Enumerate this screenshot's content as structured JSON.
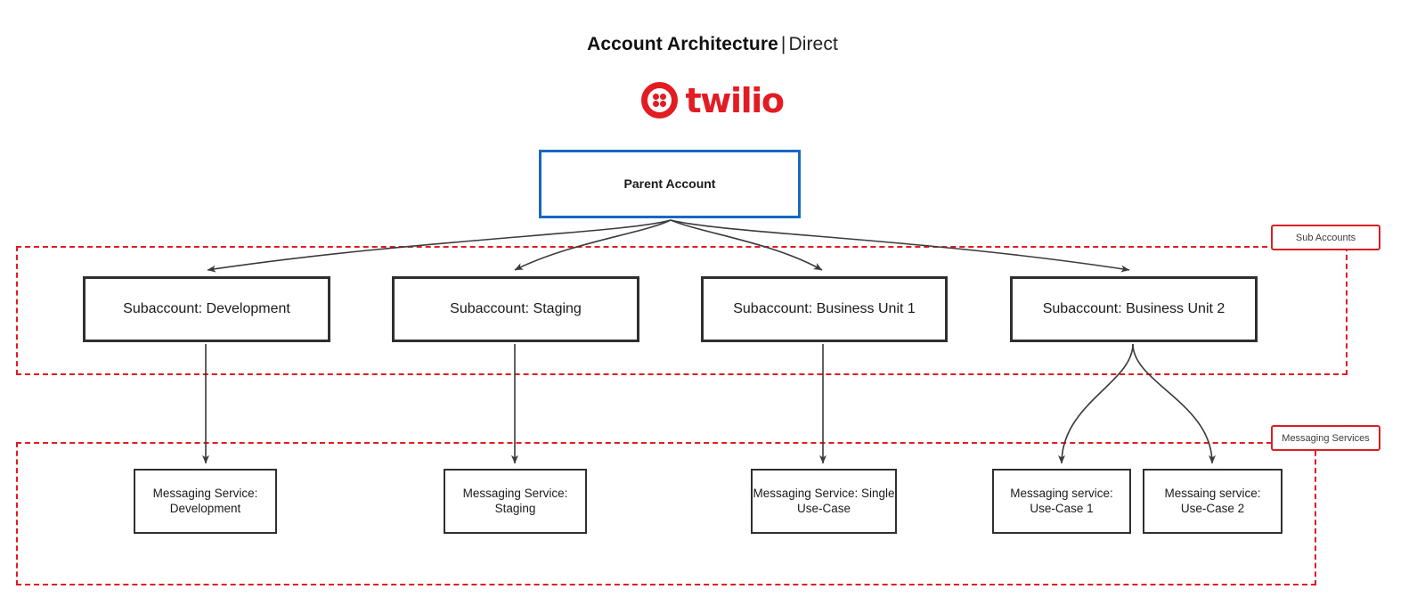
{
  "header": {
    "title_bold": "Account Architecture",
    "title_separator": "|",
    "title_light": "Direct",
    "logo_wordmark": "twilio",
    "logo_icon": "twilio-dots-icon",
    "brand_color": "#E31B23"
  },
  "colors": {
    "parent_border": "#1668C1",
    "node_border": "#2F2F2F",
    "group_border": "#E01B24",
    "group_label_border": "#D81F26",
    "edge": "#3a3a3a"
  },
  "parent": {
    "label": "Parent Account"
  },
  "groups": [
    {
      "id": "sub-accounts",
      "label": "Sub Accounts"
    },
    {
      "id": "messaging-services",
      "label": "Messaging Services"
    }
  ],
  "subaccounts": [
    {
      "id": "development",
      "label": "Subaccount: Development"
    },
    {
      "id": "staging",
      "label": "Subaccount: Staging"
    },
    {
      "id": "business-unit-1",
      "label": "Subaccount: Business Unit 1"
    },
    {
      "id": "business-unit-2",
      "label": "Subaccount: Business Unit 2"
    }
  ],
  "messaging_services": [
    {
      "id": "ms-development",
      "line1": "Messaging Service:",
      "line2": "Development"
    },
    {
      "id": "ms-staging",
      "line1": "Messaging Service:",
      "line2": "Staging"
    },
    {
      "id": "ms-single",
      "line1": "Messaging Service:  Single",
      "line2": "Use-Case"
    },
    {
      "id": "ms-use-case-1",
      "line1": "Messaging service:",
      "line2": "Use-Case 1"
    },
    {
      "id": "ms-use-case-2",
      "line1": "Messaing service:",
      "line2": "Use-Case 2"
    }
  ]
}
